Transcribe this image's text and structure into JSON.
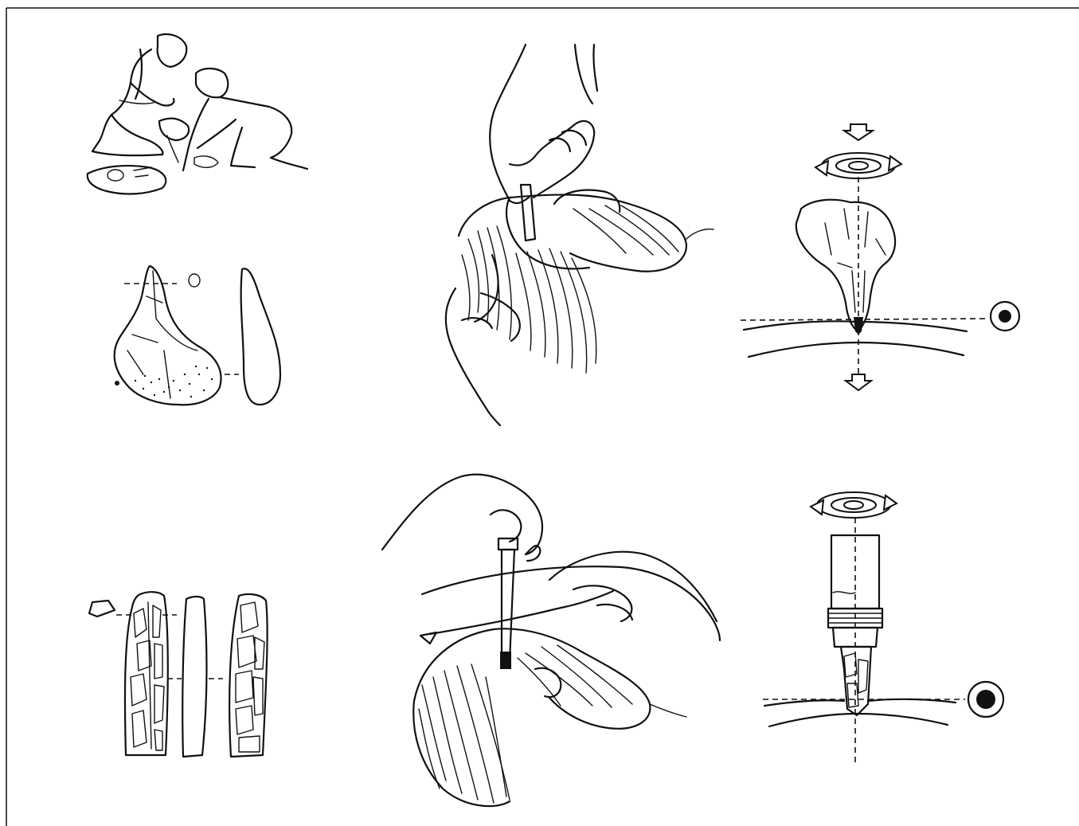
{
  "figure": {
    "panels": [
      {
        "id": "two-figures-working",
        "icon": "people-working-icon"
      },
      {
        "id": "pointed-tool-views",
        "icon": "pointed-flint-tool-icon"
      },
      {
        "id": "hand-boring-skull",
        "icon": "hand-drilling-skull-icon"
      },
      {
        "id": "rotation-schematic-1",
        "icon": "rotation-arrows-icon"
      },
      {
        "id": "blade-tool-views",
        "icon": "flint-blade-icon"
      },
      {
        "id": "bow-drilling-skull",
        "icon": "bow-drill-skull-icon"
      },
      {
        "id": "rotation-schematic-2",
        "icon": "rotation-arrows-icon"
      }
    ],
    "colors": {
      "ink": "#111111",
      "paper": "#ffffff"
    }
  }
}
